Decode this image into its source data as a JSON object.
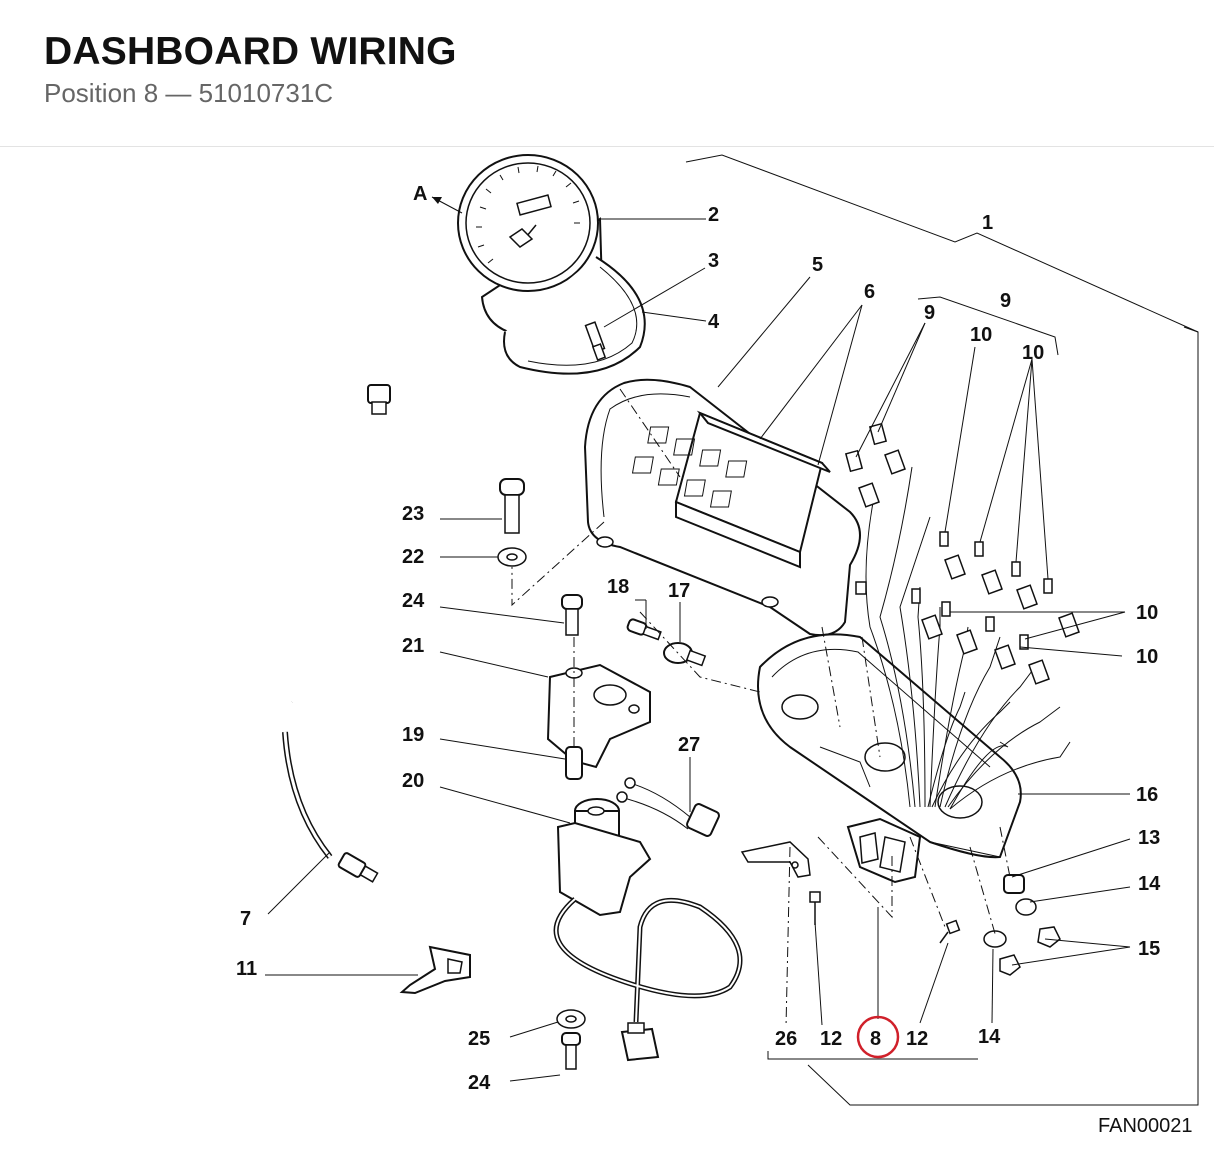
{
  "header": {
    "title": "DASHBOARD WIRING",
    "subtitle": "Position 8 — 51010731C"
  },
  "diagram": {
    "view_label": "A",
    "drawing_code": "FAN00021",
    "highlight_color": "#d0202a",
    "highlighted_position": "8",
    "callouts": [
      "1",
      "2",
      "3",
      "4",
      "5",
      "6",
      "7",
      "8",
      "9",
      "9",
      "10",
      "10",
      "10",
      "10",
      "11",
      "12",
      "12",
      "13",
      "14",
      "14",
      "15",
      "16",
      "17",
      "18",
      "19",
      "20",
      "21",
      "22",
      "23",
      "24",
      "24",
      "25",
      "26",
      "27"
    ]
  }
}
